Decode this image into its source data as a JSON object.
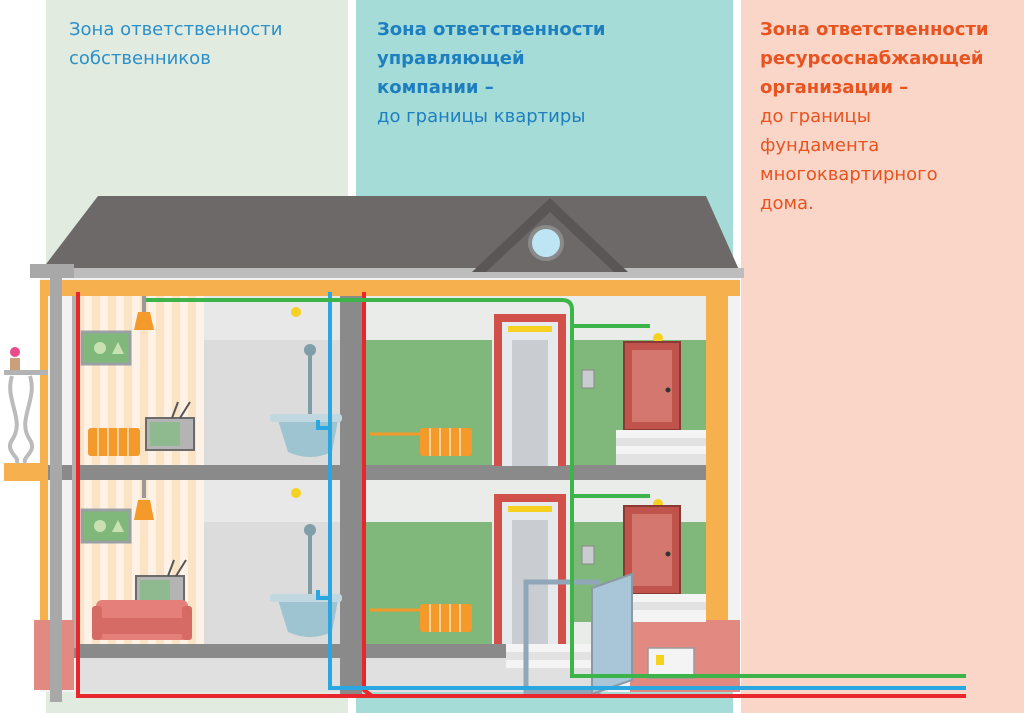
{
  "zones": {
    "owners": {
      "line1": "Зона ответственности",
      "line2": "собственников"
    },
    "management_company": {
      "line1": "Зона ответственности",
      "line2": "управляющей",
      "line3": "компании –",
      "line4": "до границы квартиры"
    },
    "resource_organization": {
      "line1": "Зона ответственности",
      "line2": "ресурсоснабжающей",
      "line3": "организации –",
      "line4": "до границы",
      "line5": "фундамента",
      "line6": "многоквартирного",
      "line7": "дома."
    }
  },
  "colors": {
    "zone_owners_bg": "#e1ebe0",
    "zone_management_bg": "#a5dcd7",
    "zone_resource_bg": "#fad6c8",
    "text_owners": "#2b8fc8",
    "text_management": "#1e7fc0",
    "text_resource": "#e8531f",
    "electric_line": "#3cb44a",
    "cold_water_line": "#2aa7e0",
    "heating_line": "#e8262b",
    "roof": "#6d6969",
    "wall_orange": "#f7b04e"
  },
  "icons": [
    "house-cutaway",
    "tv-icon",
    "radiator-icon",
    "bathtub-icon",
    "shower-icon",
    "lamp-icon",
    "door-icon",
    "elevator-icon",
    "sofa-icon",
    "balcony-flower-icon",
    "electric-meter-icon"
  ]
}
